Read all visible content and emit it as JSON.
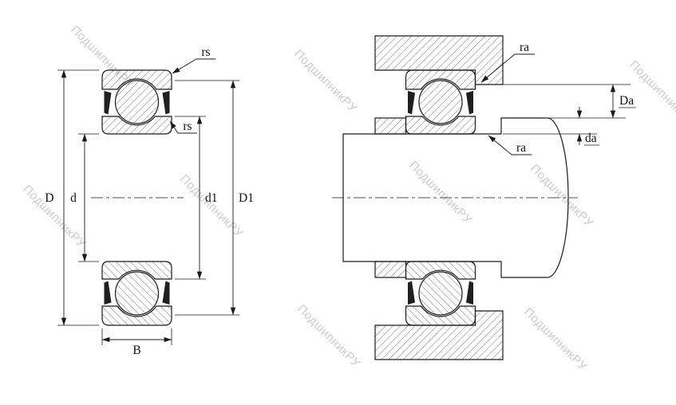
{
  "drawing": {
    "front_view": {
      "dim_D": "D",
      "dim_d": "d",
      "dim_d1": "d1",
      "dim_D1": "D1",
      "dim_B": "B",
      "dim_rs_outer": "rs",
      "dim_rs_inner": "rs"
    },
    "mounted_view": {
      "dim_ra_outer": "ra",
      "dim_ra_inner": "ra",
      "dim_Da": "Da",
      "dim_da": "da"
    }
  },
  "watermark": {
    "text": "ПодшипникРУ"
  },
  "colors": {
    "background": "#ffffff",
    "line": "#1a1a1a",
    "hatch": "#3f3f3f",
    "watermark": "#c7c7c7"
  }
}
